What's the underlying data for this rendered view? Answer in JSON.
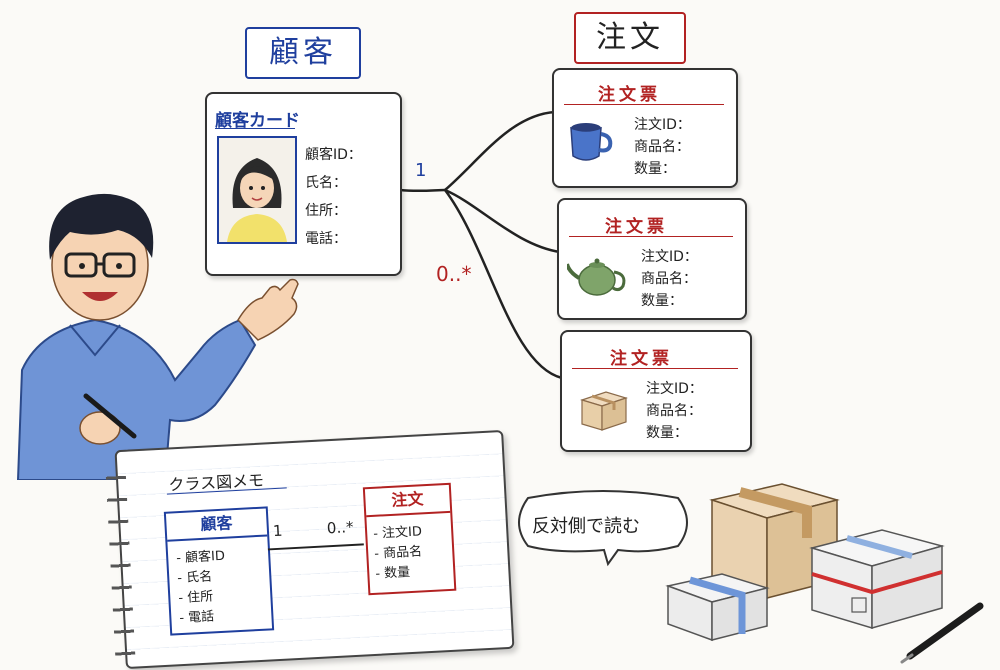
{
  "headers": {
    "customer": "顧客",
    "order": "注文"
  },
  "customer_card": {
    "title": "顧客カード",
    "fields": [
      "顧客ID：",
      "氏名：",
      "住所：",
      "電話："
    ]
  },
  "multiplicity": {
    "one": "1",
    "many": "0..*"
  },
  "order_cards": [
    {
      "title": "注文票",
      "fields": [
        "注文ID：",
        "商品名：",
        "数量："
      ],
      "item_icon": "mug-icon"
    },
    {
      "title": "注文票",
      "fields": [
        "注文ID：",
        "商品名：",
        "数量："
      ],
      "item_icon": "teapot-icon"
    },
    {
      "title": "注文票",
      "fields": [
        "注文ID：",
        "商品名：",
        "数量："
      ],
      "item_icon": "box-icon"
    }
  ],
  "memo": {
    "title": "クラス図メモ",
    "customer_class": {
      "name": "顧客",
      "attrs": [
        "- 顧客ID",
        "- 氏名",
        "- 住所",
        "- 電話"
      ]
    },
    "order_class": {
      "name": "注文",
      "attrs": [
        "- 注文ID",
        "- 商品名",
        "- 数量"
      ]
    },
    "mult_one": "1",
    "mult_many": "0..*"
  },
  "speech_bubble": "反対側で読む",
  "colors": {
    "customer_blue": "#1f3f9e",
    "order_red": "#b22222"
  }
}
